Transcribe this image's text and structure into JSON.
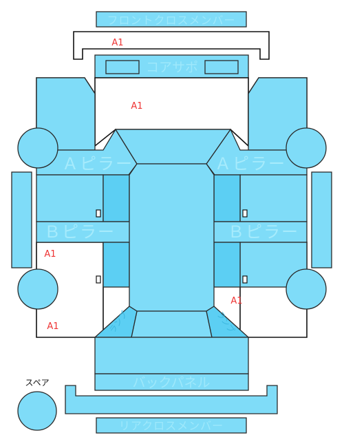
{
  "labels": {
    "front_cross_member": "フロントクロスメンバー",
    "core_support": "コアサポ",
    "a_pillar_left": "Ａピラー",
    "a_pillar_right": "Ａピラー",
    "b_pillar_left": "Ｂピラー",
    "b_pillar_right": "Ｂピラー",
    "lamp_left": "ランプ",
    "lamp_right": "ランプ",
    "back_panel": "バックパネル",
    "spare": "スペア",
    "rear_cross_member": "リアクロスメンバー"
  },
  "damage_marks": [
    {
      "id": "front-member",
      "text": "A1"
    },
    {
      "id": "hood",
      "text": "A1"
    },
    {
      "id": "left-rear-door",
      "text": "A1"
    },
    {
      "id": "left-quarter",
      "text": "A1"
    },
    {
      "id": "right-quarter",
      "text": "A1"
    }
  ],
  "colors": {
    "panel": "#7fdcf8",
    "panel_dark": "#5ccff3",
    "mark": "#ee3333"
  }
}
